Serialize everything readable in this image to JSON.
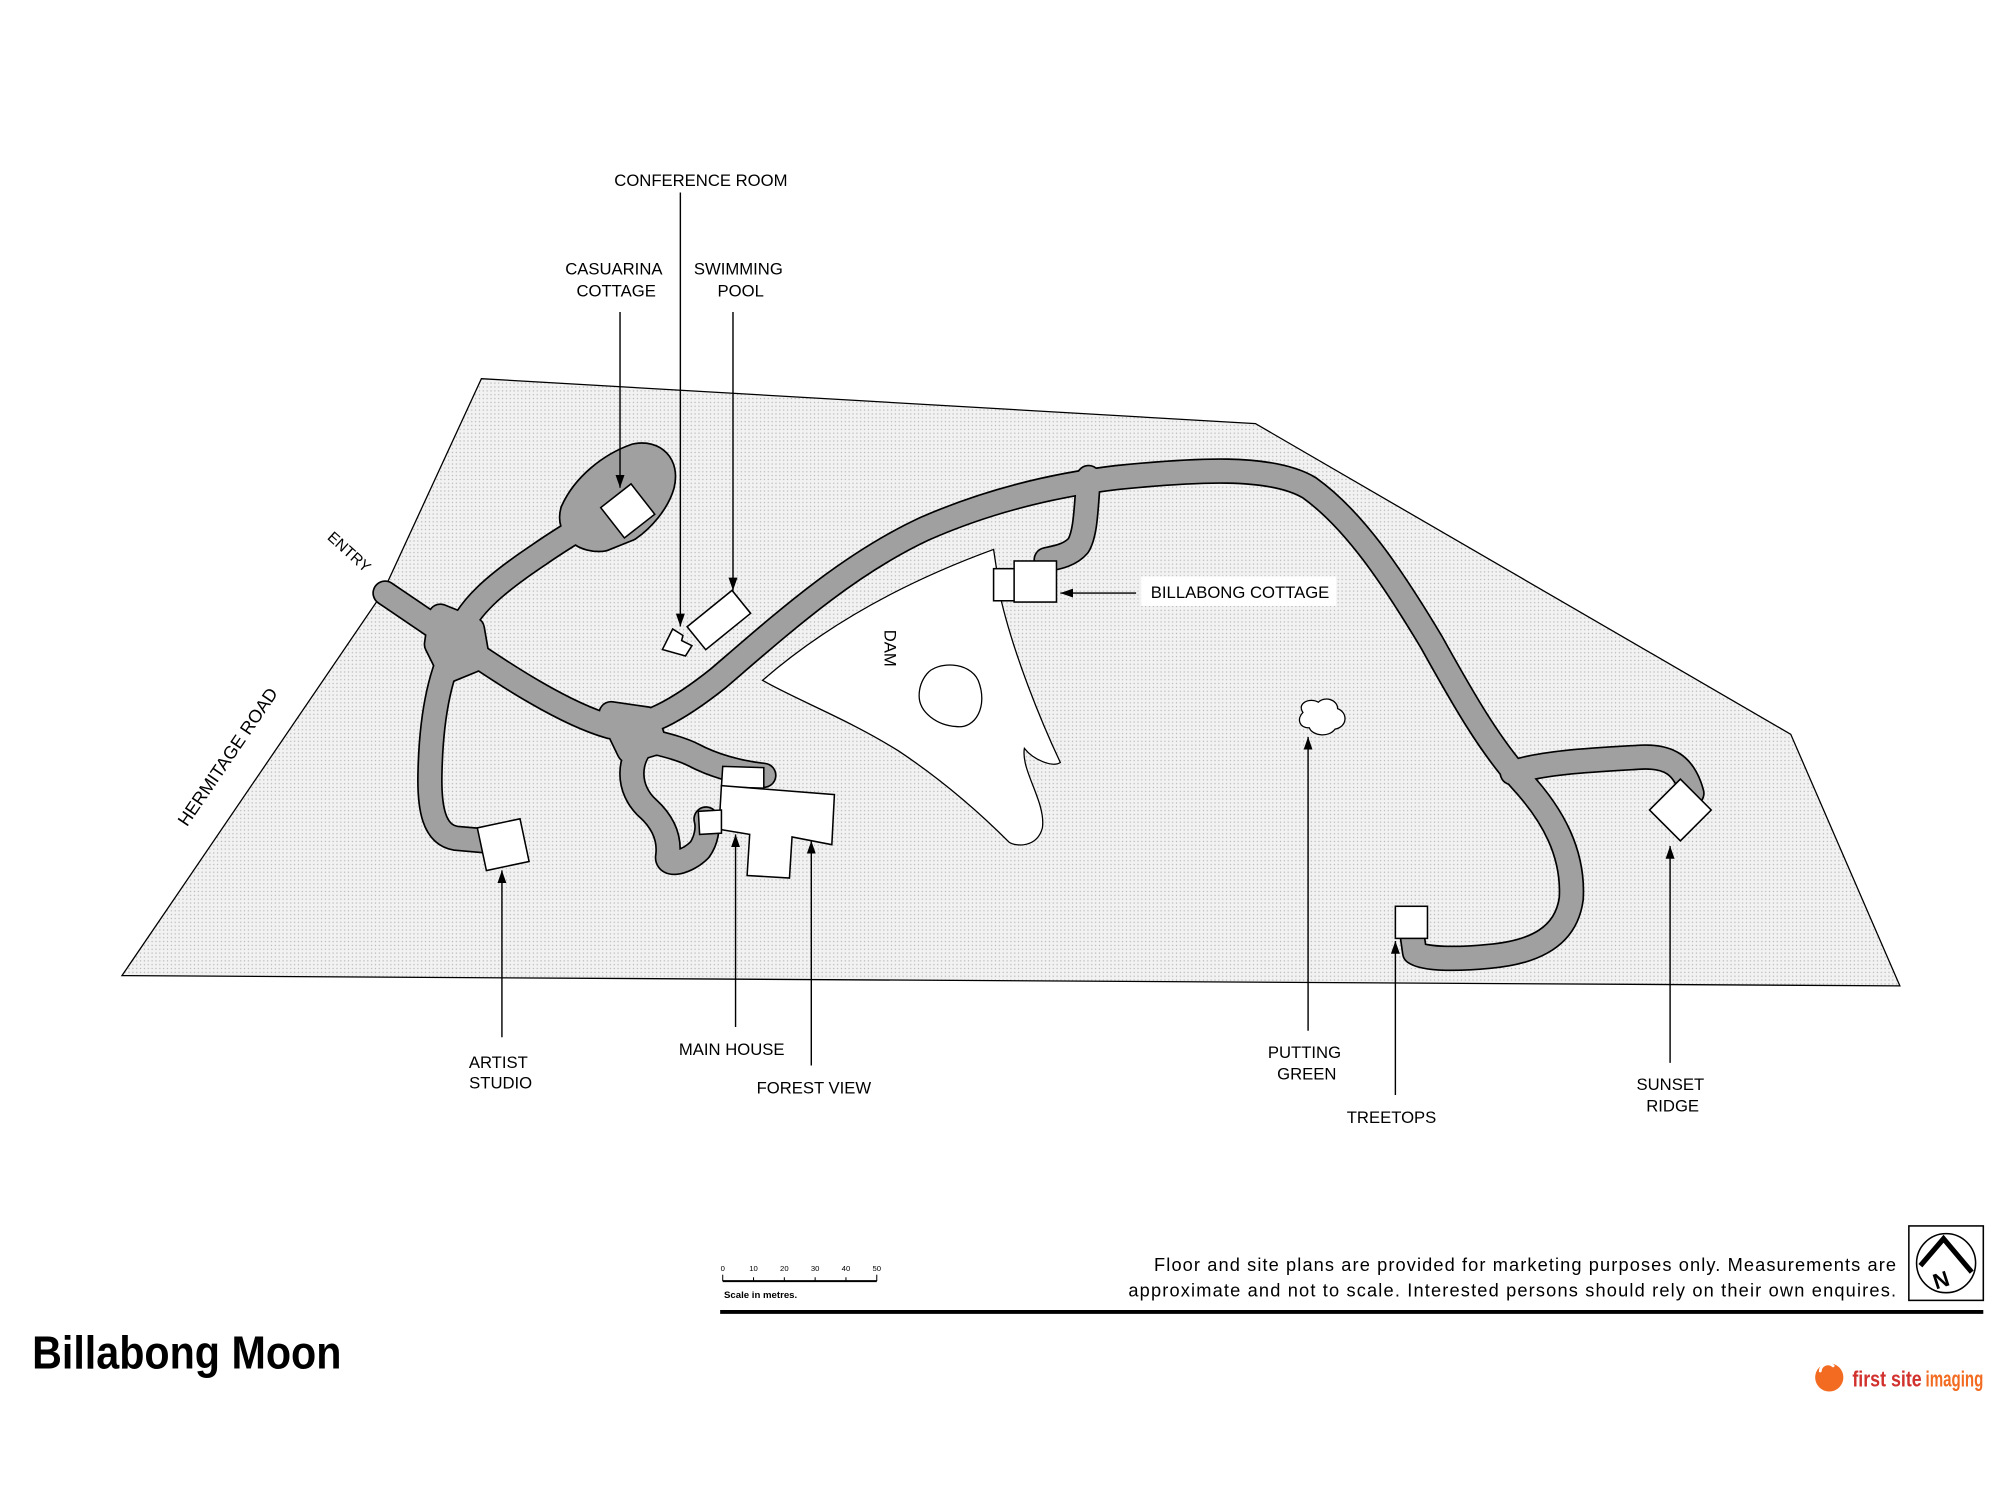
{
  "title": "Billabong Moon",
  "map": {
    "road": "HERMITAGE ROAD",
    "entry": "ENTRY",
    "dam": "DAM",
    "labels": {
      "conference_room": "CONFERENCE ROOM",
      "casuarina_cottage": [
        "CASUARINA",
        "COTTAGE"
      ],
      "swimming_pool": [
        "SWIMMING",
        "POOL"
      ],
      "billabong_cottage": "BILLABONG COTTAGE",
      "artist_studio": [
        "ARTIST",
        "STUDIO"
      ],
      "main_house": "MAIN HOUSE",
      "forest_view": "FOREST VIEW",
      "putting_green": [
        "PUTTING",
        "GREEN"
      ],
      "treetops": "TREETOPS",
      "sunset_ridge": [
        "SUNSET",
        "RIDGE"
      ]
    }
  },
  "scale_bar": {
    "ticks": [
      "0",
      "10",
      "20",
      "30",
      "40",
      "50"
    ],
    "caption": "Scale in metres."
  },
  "disclaimer": [
    "Floor and site plans are provided for marketing purposes only. Measurements are",
    "approximate and not to scale. Interested persons should rely on their own enquires."
  ],
  "north_arrow": {
    "letter": "N",
    "icon": "north-arrow-icon"
  },
  "logo": {
    "primary": "first site",
    "accent": "imaging",
    "icon": "logo-icon"
  },
  "colors": {
    "land": "#f2f2f2",
    "stipple": "#b8b8b8",
    "road": "#a0a0a0",
    "logo_primary": "#d2322d",
    "logo_accent": "#f26b21"
  }
}
